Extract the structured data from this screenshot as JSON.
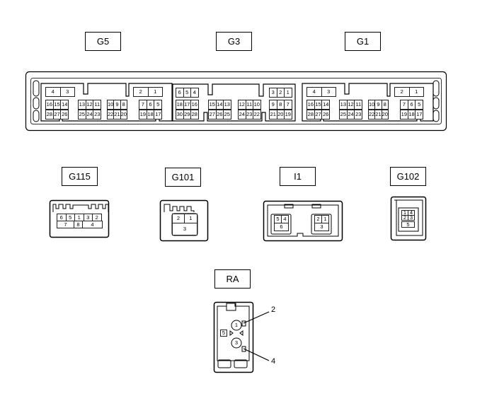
{
  "connectors": {
    "G5": {
      "label": "G5",
      "top_left": [
        "4",
        "3"
      ],
      "top_right": [
        "2",
        "1"
      ],
      "b1": [
        [
          "16",
          "15",
          "14"
        ],
        [
          "28",
          "27",
          "26"
        ]
      ],
      "b2": [
        [
          "13",
          "12",
          "11"
        ],
        [
          "25",
          "24",
          "23"
        ]
      ],
      "b3": [
        [
          "10",
          "9",
          "8"
        ],
        [
          "22",
          "21",
          "20"
        ]
      ],
      "b4": [
        [
          "7",
          "6",
          "5"
        ],
        [
          "19",
          "18",
          "17"
        ]
      ]
    },
    "G3": {
      "label": "G3",
      "top_left": [
        "6",
        "5",
        "4"
      ],
      "top_right": [
        "3",
        "2",
        "1"
      ],
      "b1": [
        [
          "18",
          "17",
          "16"
        ],
        [
          "30",
          "29",
          "28"
        ]
      ],
      "b2": [
        [
          "15",
          "14",
          "13"
        ],
        [
          "27",
          "26",
          "25"
        ]
      ],
      "b3": [
        [
          "12",
          "11",
          "10"
        ],
        [
          "24",
          "23",
          "22"
        ]
      ],
      "b4": [
        [
          "9",
          "8",
          "7"
        ],
        [
          "21",
          "20",
          "19"
        ]
      ]
    },
    "G1": {
      "label": "G1",
      "top_left": [
        "4",
        "3"
      ],
      "top_right": [
        "2",
        "1"
      ],
      "b1": [
        [
          "16",
          "15",
          "14"
        ],
        [
          "28",
          "27",
          "26"
        ]
      ],
      "b2": [
        [
          "13",
          "12",
          "11"
        ],
        [
          "25",
          "24",
          "23"
        ]
      ],
      "b3": [
        [
          "10",
          "9",
          "8"
        ],
        [
          "22",
          "21",
          "20"
        ]
      ],
      "b4": [
        [
          "7",
          "6",
          "5"
        ],
        [
          "19",
          "18",
          "17"
        ]
      ]
    },
    "G115": {
      "label": "G115",
      "row1": [
        "6",
        "5",
        "1",
        "3",
        "2"
      ],
      "row2": [
        "7",
        "8",
        "4"
      ]
    },
    "G101": {
      "label": "G101",
      "row1": [
        "2",
        "1"
      ],
      "row2": [
        "3"
      ]
    },
    "I1": {
      "label": "I1",
      "left_top": [
        "5",
        "4"
      ],
      "left_bottom": "6",
      "right_top": [
        "2",
        "1"
      ],
      "right_bottom": "3"
    },
    "G102": {
      "label": "G102",
      "grid": [
        [
          "1",
          "4"
        ],
        [
          "2",
          "3"
        ]
      ],
      "bottom": "5"
    },
    "RA": {
      "label": "RA",
      "pin1": "1",
      "pin3": "3",
      "pin5": "5",
      "callout_top": "2",
      "callout_bottom": "4"
    }
  }
}
